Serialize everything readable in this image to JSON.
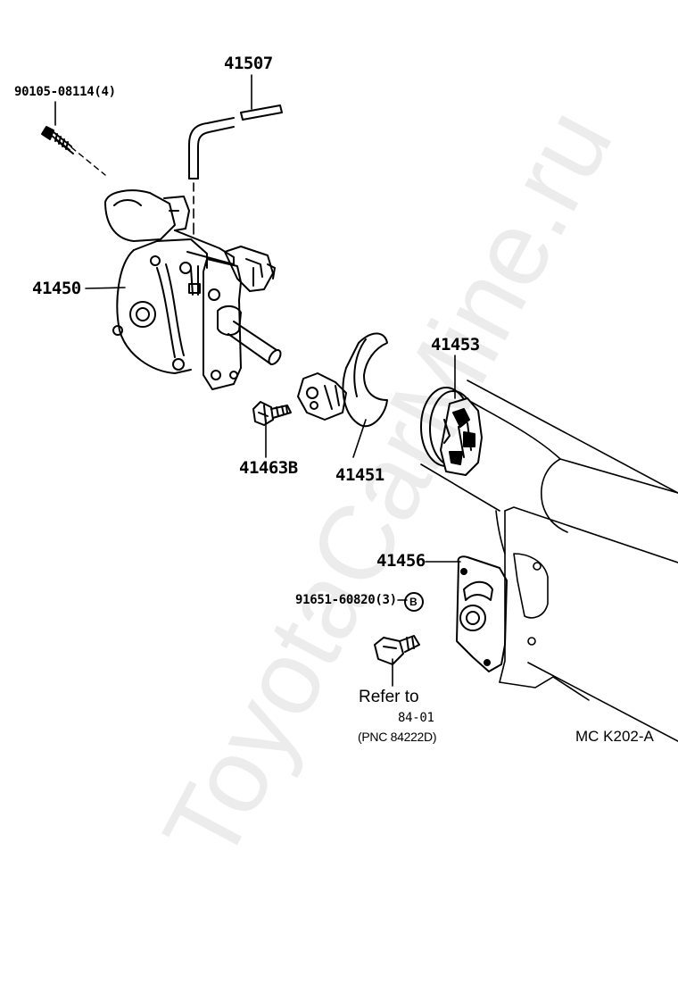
{
  "labels": {
    "bolt": "90105-08114(4)",
    "hose": "41507",
    "actuator": "41450",
    "gear": "41453",
    "screw": "41463B",
    "fork": "41451",
    "plate": "41456",
    "washer": "91651-60820(3)",
    "washer_mark": "B",
    "refer_to": "Refer to",
    "ref_page": "84-01",
    "ref_pnc": "(PNC 84222D)",
    "diagram_code": "MC  K202-A"
  },
  "watermark": "ToyotaCarMine.ru",
  "colors": {
    "ink": "#000000",
    "background": "#ffffff"
  }
}
